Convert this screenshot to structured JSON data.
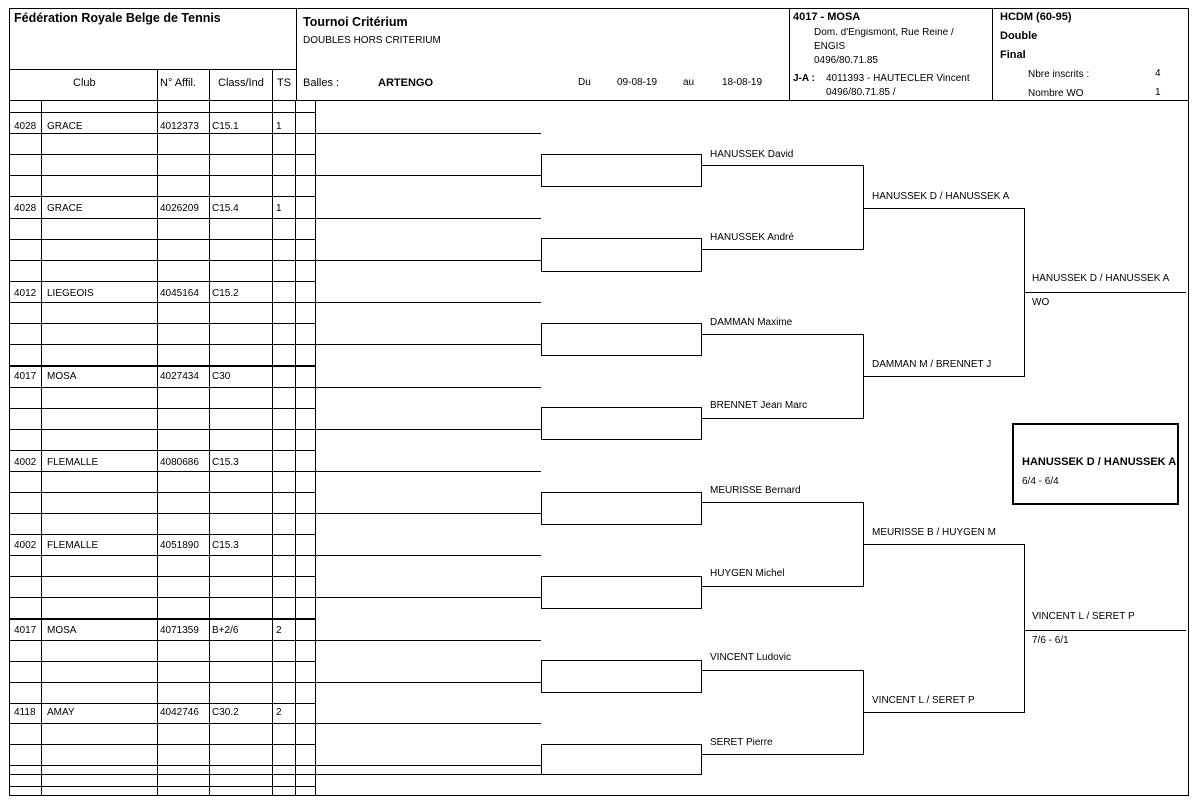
{
  "header": {
    "federation": "Fédération Royale Belge de Tennis",
    "tournament_title": "Tournoi Critérium",
    "tournament_subtitle": "DOUBLES HORS CRITERIUM",
    "club_code_name": "4017 - MOSA",
    "club_address_1": "Dom. d'Engismont, Rue Reine /",
    "club_address_2": "ENGIS",
    "club_phone": "0496/80.71.85",
    "ja_label": "J-A :",
    "ja_name": "4011393 - HAUTECLER Vincent",
    "ja_phone": "0496/80.71.85 /",
    "category": "HCDM (60-95)",
    "type": "Double",
    "stage": "Final",
    "inscrits_label": "Nbre inscrits :",
    "inscrits_value": "4",
    "wo_label": "Nombre WO",
    "wo_value": "1",
    "balls_label": "Balles :",
    "balls_value": "ARTENGO",
    "from_label": "Du",
    "from_date": "09-08-19",
    "to_label": "au",
    "to_date": "18-08-19"
  },
  "columns": {
    "club": "Club",
    "affil": "N° Affil.",
    "class": "Class/Ind",
    "ts": "TS"
  },
  "entries": [
    {
      "club_no": "4028",
      "club": "GRACE",
      "affil": "4012373",
      "class": "C15.1",
      "ts": "1"
    },
    {
      "club_no": "4028",
      "club": "GRACE",
      "affil": "4026209",
      "class": "C15.4",
      "ts": "1"
    },
    {
      "club_no": "4012",
      "club": "LIEGEOIS",
      "affil": "4045164",
      "class": "C15.2",
      "ts": ""
    },
    {
      "club_no": "4017",
      "club": "MOSA",
      "affil": "4027434",
      "class": "C30",
      "ts": ""
    },
    {
      "club_no": "4002",
      "club": "FLEMALLE",
      "affil": "4080686",
      "class": "C15.3",
      "ts": ""
    },
    {
      "club_no": "4002",
      "club": "FLEMALLE",
      "affil": "4051890",
      "class": "C15.3",
      "ts": ""
    },
    {
      "club_no": "4017",
      "club": "MOSA",
      "affil": "4071359",
      "class": "B+2/6",
      "ts": "2"
    },
    {
      "club_no": "4118",
      "club": "AMAY",
      "affil": "4042746",
      "class": "C30.2",
      "ts": "2"
    }
  ],
  "round1": [
    "HANUSSEK David",
    "HANUSSEK André",
    "DAMMAN Maxime",
    "BRENNET Jean Marc",
    "MEURISSE Bernard",
    "HUYGEN Michel",
    "VINCENT Ludovic",
    "SERET Pierre"
  ],
  "round2": [
    "HANUSSEK D / HANUSSEK A",
    "DAMMAN M / BRENNET J",
    "MEURISSE B / HUYGEN M",
    "VINCENT L / SERET P"
  ],
  "semis": [
    {
      "team": "HANUSSEK D / HANUSSEK A",
      "score": "WO"
    },
    {
      "team": "VINCENT L / SERET P",
      "score": "7/6 - 6/1"
    }
  ],
  "winner": {
    "team": "HANUSSEK D / HANUSSEK A",
    "score": "6/4 - 6/4"
  }
}
